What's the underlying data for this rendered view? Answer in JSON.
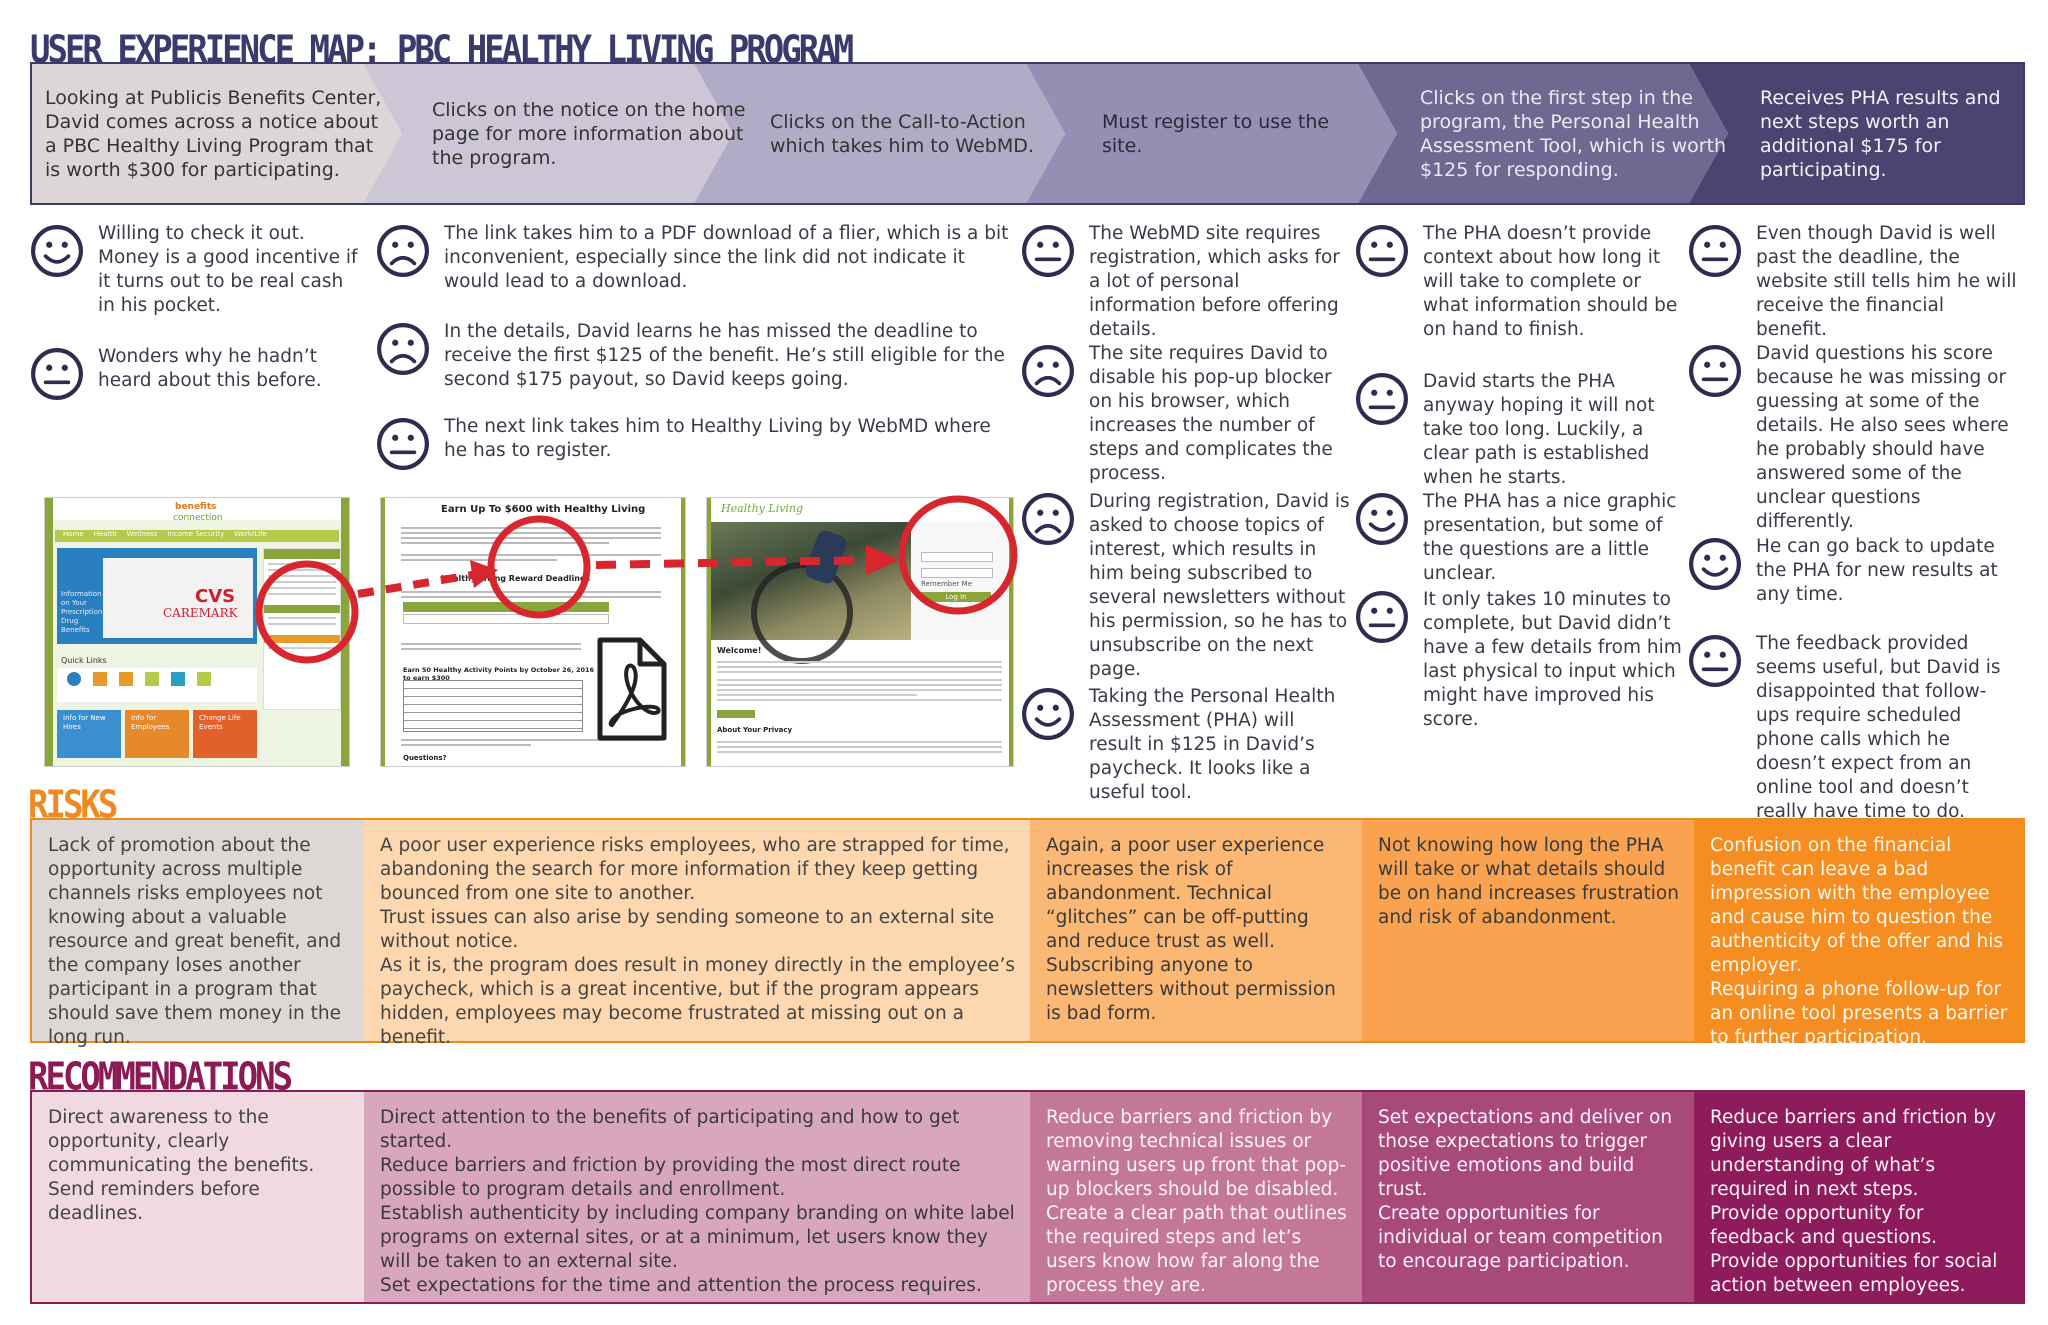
{
  "title": "USER EXPERIENCE MAP: PBC HEALTHY LIVING PROGRAM",
  "colors": {
    "journey": [
      "#dcd7d6",
      "#ccc6d6",
      "#b2abc6",
      "#968fb3",
      "#6d6990",
      "#4a4570"
    ],
    "risks": [
      "#ddd8d6",
      "#fcd7b0",
      "#fbb874",
      "#f9a24f",
      "#f58d20"
    ],
    "risks_border": "#ef8a20",
    "recommendations": [
      "#f0d9e1",
      "#d9a7bd",
      "#c47898",
      "#a84a79",
      "#8e1c5c"
    ],
    "recommendations_border": "#8c1a55"
  },
  "journey": [
    {
      "text": "Looking at Publicis Benefits Center, David comes across a notice about a PBC Healthy Living Program that is worth $300 for participating."
    },
    {
      "text": "Clicks on the notice on the home page for more information about the program."
    },
    {
      "text": "Clicks on the Call-to-Action which takes him to WebMD."
    },
    {
      "text": "Must register to use the site."
    },
    {
      "text": "Clicks on the first step in the program, the Personal Health Assessment Tool, which is worth $125 for responding."
    },
    {
      "text": "Receives PHA results and next steps worth an additional $175 for participating."
    }
  ],
  "observations": [
    {
      "column": 1,
      "mood": "happy",
      "text": "Willing to check it out. Money is a good incentive if it turns out to be real cash in his pocket."
    },
    {
      "column": 1,
      "mood": "neutral",
      "text": "Wonders why he hadn’t heard about this before."
    },
    {
      "column": 2,
      "mood": "sad",
      "text": "The link takes him to a PDF download of a flier, which is a bit inconvenient, especially since the link did not indicate it would lead to a download."
    },
    {
      "column": 2,
      "mood": "sad",
      "text": "In the details, David learns he has missed the deadline to receive the first $125 of the benefit. He’s still eligible for the second $175 payout, so David keeps going."
    },
    {
      "column": 2,
      "mood": "neutral",
      "text": "The next link takes him to Healthy Living by WebMD where he has to register."
    },
    {
      "column": 3,
      "mood": "neutral",
      "text": "The WebMD site requires registration, which asks for a lot of personal information before offering details."
    },
    {
      "column": 3,
      "mood": "sad",
      "text": "The site requires David to disable his pop-up blocker on his browser, which increases the number of steps and complicates the process."
    },
    {
      "column": 3,
      "mood": "sad",
      "text": "During registration, David is asked to choose topics of interest, which results in him being subscribed to several newsletters without his permission, so he has to unsubscribe on the next page."
    },
    {
      "column": 3,
      "mood": "happy",
      "text": "Taking the Personal Health Assessment (PHA) will result in $125 in David’s paycheck. It looks like a useful tool."
    },
    {
      "column": 4,
      "mood": "neutral",
      "text": "The PHA doesn’t provide context about how long it will take to complete or what information should be on hand to finish."
    },
    {
      "column": 4,
      "mood": "neutral",
      "text": "David starts the PHA anyway hoping it will not take too long. Luckily, a clear path is established when he starts."
    },
    {
      "column": 4,
      "mood": "happy",
      "text": "The PHA has a nice graphic presentation, but some of the questions are a little unclear."
    },
    {
      "column": 4,
      "mood": "neutral",
      "text": "It only takes 10 minutes to complete, but David didn’t have a few details from him last physical to input which might have improved his score."
    },
    {
      "column": 5,
      "mood": "neutral",
      "text": "Even though David is well past the deadline, the website still tells him he will receive the financial benefit."
    },
    {
      "column": 5,
      "mood": "neutral",
      "text": "David questions his score because he was missing or guessing at some of the details. He also sees where he probably should have answered some of the unclear questions differently."
    },
    {
      "column": 5,
      "mood": "happy",
      "text": "He can go back to update the PHA for new results at any time."
    },
    {
      "column": 5,
      "mood": "neutral",
      "text": "The feedback provided seems useful, but David is disappointed that follow-ups require scheduled phone calls which he doesn’t expect from an online tool and doesn’t really have time to do."
    }
  ],
  "screenshots": {
    "benefits_site": {
      "logo_top": "benefits",
      "logo_bottom": "connection",
      "nav": [
        "Home",
        "Health",
        "Wellness",
        "Income Security",
        "Work/Life"
      ],
      "banner_brand": "CVS",
      "banner_brand_sub": "CAREMARK",
      "banner_text": "Information on Your Prescription Drug Benefits",
      "quick_links": "Quick Links",
      "bottom_tiles": [
        "Info for New Hires",
        "Info for Employees",
        "Change Life Events"
      ]
    },
    "pdf_flier": {
      "heading": "Earn Up To $600 with Healthy Living",
      "subheading": "Healthy Living Reward Deadlines",
      "table_title": "Earn 50 Healthy Activity Points by October 26, 2016 to earn $300",
      "questions": "Questions?"
    },
    "webmd": {
      "header": "Healthy Living",
      "welcome": "Welcome!",
      "about": "About Your Privacy",
      "login_button": "Log In",
      "remember": "Remember Me"
    }
  },
  "risks": {
    "heading": "RISKS",
    "cells": [
      {
        "paragraphs": [
          "Lack of promotion about the opportunity across multiple channels risks employees not knowing about a valuable resource and great benefit, and the company loses another participant in a program that should save them money in the long run."
        ]
      },
      {
        "paragraphs": [
          "A poor user experience risks employees, who are strapped for time, abandoning the search for more information if they keep getting bounced from one site to another.",
          "Trust issues can also arise by sending someone to an external site without notice.",
          "As it is, the program does result in money directly in the employee’s paycheck, which is a great incentive, but if the program appears hidden, employees may become frustrated at missing out on a benefit."
        ]
      },
      {
        "paragraphs": [
          "Again, a poor user experience increases the risk of abandonment. Technical “glitches” can be off-putting and reduce trust as well. Subscribing anyone to newsletters without permission is bad form."
        ]
      },
      {
        "paragraphs": [
          "Not knowing how long the PHA will take or what details should be on hand increases frustration and risk of abandonment."
        ]
      },
      {
        "paragraphs": [
          "Confusion on the financial benefit can leave a bad impression with the employee and cause him to question the authenticity of the offer and his employer.",
          "Requiring a phone follow-up for an online tool presents a barrier to further participation."
        ]
      }
    ]
  },
  "recommendations": {
    "heading": "RECOMMENDATIONS",
    "cells": [
      {
        "paragraphs": [
          "Direct awareness to the opportunity, clearly communicating the benefits. Send reminders before deadlines."
        ]
      },
      {
        "paragraphs": [
          "Direct attention to the benefits of participating and how to get started.",
          "Reduce barriers and friction by providing the most direct route possible to program details and enrollment.",
          "Establish authenticity by including company branding on white label programs on external sites, or at a minimum, let users know they will be taken to an external site.",
          "Set expectations for the time and attention the process requires."
        ]
      },
      {
        "paragraphs": [
          "Reduce barriers and friction by removing technical issues or warning users up front that pop-up blockers should be disabled.",
          "Create a clear path that outlines the required steps and let’s users know how far along the process they are."
        ]
      },
      {
        "paragraphs": [
          "Set expectations and deliver on those expectations to trigger positive emotions and build trust.",
          "Create opportunities for individual or team competition to encourage participation."
        ]
      },
      {
        "paragraphs": [
          "Reduce barriers and friction by giving users a clear understanding of what’s required in next steps.",
          "Provide opportunity for feedback and questions.",
          "Provide opportunities for social action between employees."
        ]
      }
    ]
  }
}
